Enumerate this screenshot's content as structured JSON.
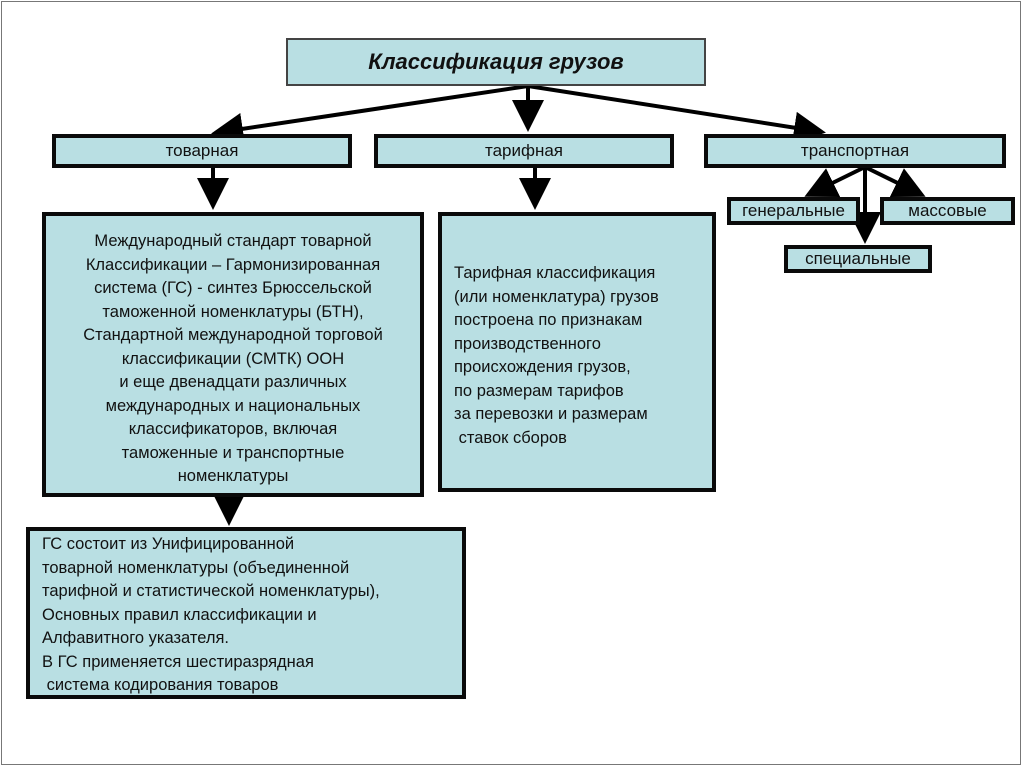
{
  "title": "Классификация грузов",
  "categories": {
    "commodity": "товарная",
    "tariff": "тарифная",
    "transport": "транспортная"
  },
  "transport_types": {
    "general": "генеральные",
    "bulk": "массовые",
    "special": "специальные"
  },
  "commodity_description": {
    "lines": [
      "Международный стандарт товарной",
      "Классификации – Гармонизированная",
      "система (ГС) - синтез Брюссельской",
      "таможенной номенклатуры (БТН),",
      "Стандартной международной торговой",
      "классификации (СМТК) ООН",
      "и еще двенадцати различных",
      "международных и национальных",
      "классификаторов, включая",
      "таможенные и транспортные",
      "номенклатуры"
    ]
  },
  "tariff_description": {
    "lines": [
      "Тарифная классификация",
      "(или номенклатура) грузов",
      "построена по признакам",
      "производственного",
      "происхождения грузов,",
      "по размерам тарифов",
      "за перевозки и размерам",
      " ставок сборов"
    ]
  },
  "hs_description": {
    "lines": [
      "ГС состоит из Унифицированной",
      "товарной номенклатуры (объединенной",
      "тарифной и статистической номенклатуры),",
      "Основных правил классификации и",
      "Алфавитного указателя.",
      "В ГС применяется шестиразрядная",
      " система кодирования товаров"
    ]
  }
}
